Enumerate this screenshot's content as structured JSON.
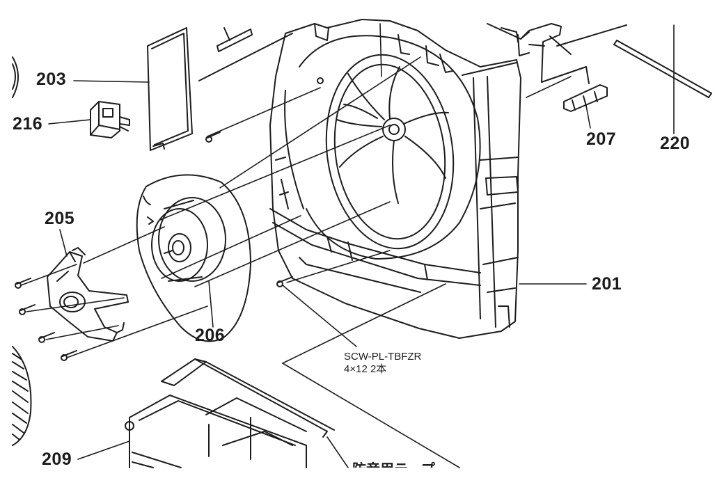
{
  "callouts": {
    "p203": "203",
    "p216": "216",
    "p205": "205",
    "p206": "206",
    "p207": "207",
    "p220": "220",
    "p201": "201",
    "p209": "209"
  },
  "screw_note": {
    "line1": "SCW-PL-TBFZR",
    "line2": "4×12  2本"
  },
  "bottom_note": "防音用テープ",
  "colors": {
    "line": "#1c1c1c",
    "background": "#ffffff"
  }
}
